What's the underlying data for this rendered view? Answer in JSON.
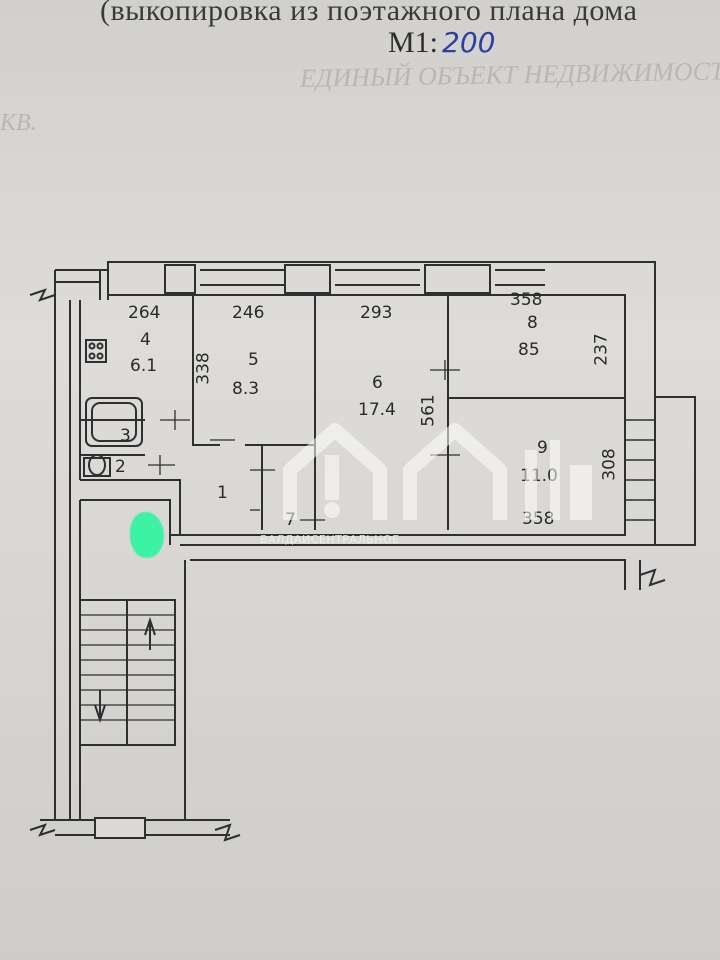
{
  "header": {
    "subtitle": "(выкопировка из поэтажного плана дома",
    "scale_label": "М1:",
    "scale_value": "200"
  },
  "ghost_text": {
    "line1": "ЕДИНЫЙ ОБЪЕКТ НЕДВИЖИМОСТИ",
    "line2": "КВ."
  },
  "rooms": [
    {
      "id": "4",
      "number": "4",
      "area": "6.1",
      "width": "264"
    },
    {
      "id": "5",
      "number": "5",
      "area": "8.3",
      "width": "246",
      "depth": "338"
    },
    {
      "id": "6",
      "number": "6",
      "area": "17.4",
      "width": "293",
      "depth": "561"
    },
    {
      "id": "8",
      "number": "8",
      "area": "85",
      "width": "358",
      "depth": "237"
    },
    {
      "id": "9",
      "number": "9",
      "area": "11.0",
      "width": "358",
      "depth": "308"
    },
    {
      "id": "1",
      "number": "1"
    },
    {
      "id": "2",
      "number": "2"
    },
    {
      "id": "3",
      "number": "3"
    },
    {
      "id": "7",
      "number": "7"
    }
  ],
  "labels": {
    "r4_width": "264",
    "r4_num": "4",
    "r4_area": "6.1",
    "r5_width": "246",
    "r5_num": "5",
    "r5_area": "8.3",
    "r5_depth": "338",
    "r6_width": "293",
    "r6_num": "6",
    "r6_area": "17.4",
    "r6_depth": "561",
    "r8_width": "358",
    "r8_num": "8",
    "r8_area": "85",
    "r8_depth": "237",
    "r9_num": "9",
    "r9_area": "11.0",
    "r9_width": "358",
    "r9_depth": "308",
    "r1_num": "1",
    "r2_num": "2",
    "r3_num": "3",
    "r7_num": "7"
  },
  "watermark": {
    "text": "ВАЛДАЙСЕНТРАЛЬНОЕ"
  },
  "colors": {
    "paper": "#d9d7d4",
    "ink": "#2a2a2c",
    "handwriting_blue": "#2b3fa8",
    "highlighter_green": "#3ef2a4"
  }
}
